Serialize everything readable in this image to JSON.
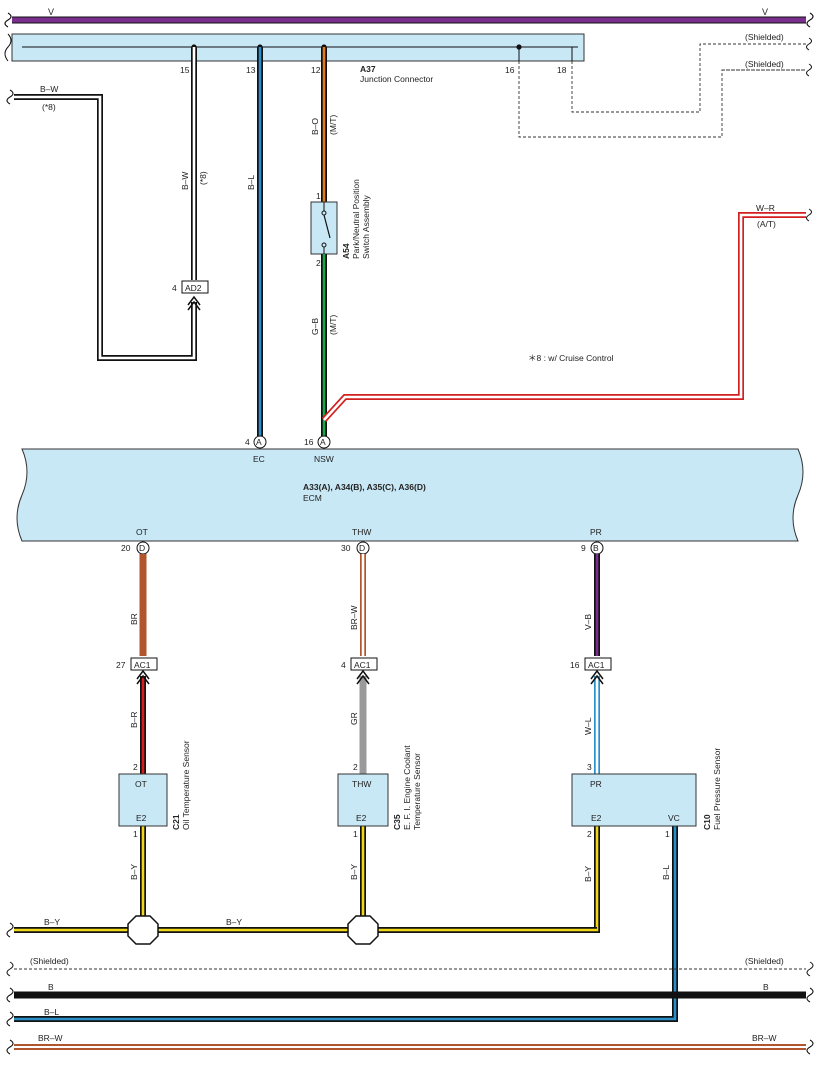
{
  "colors": {
    "violet": "#7a2f8f",
    "black": "#111111",
    "blue": "#2a8fc8",
    "orange": "#e07a1a",
    "green": "#1aa64a",
    "red": "#d22020",
    "brown": "#b0552e",
    "yellow": "#f2d61a",
    "gray": "#9a9a9a",
    "lightblue": "#7fd0f0",
    "box_fill": "#c9e8f6",
    "box_stroke": "#333333"
  },
  "top_bus": {
    "left_label": "V",
    "right_label": "V"
  },
  "shielded_top_1": "(Shielded)",
  "shielded_top_2": "(Shielded)",
  "junction": {
    "code": "A37",
    "name": "Junction Connector",
    "pins": {
      "p15": "15",
      "p13": "13",
      "p12": "12",
      "p16": "16",
      "p18": "18"
    }
  },
  "left_wire": {
    "label": "B–W",
    "note": "(*8)"
  },
  "wire_bw": {
    "label": "B–W",
    "note": "(*8)"
  },
  "wire_bl": {
    "label": "B–L"
  },
  "wire_bo": {
    "label": "B–O",
    "note": "(M/T)"
  },
  "switch": {
    "code": "A54",
    "name_line1": "Park/Neutral Position",
    "name_line2": "Switch Assembly",
    "pin1": "1",
    "pin2": "2"
  },
  "wire_gb": {
    "label": "G–B",
    "note": "(M/T)"
  },
  "connector_ad2": {
    "pin": "4",
    "name": "AD2"
  },
  "wire_wr": {
    "label": "W–R",
    "note": "(A/T)"
  },
  "footnote": "＊8 : w/ Cruise Control",
  "ecm": {
    "codes": "A33(A), A34(B), A35(C), A36(D)",
    "name": "ECM",
    "top_terms": [
      {
        "pin": "4",
        "conn": "A",
        "name": "EC"
      },
      {
        "pin": "16",
        "conn": "A",
        "name": "NSW"
      }
    ],
    "bottom_terms": [
      {
        "pin": "20",
        "conn": "D",
        "name": "OT"
      },
      {
        "pin": "30",
        "conn": "D",
        "name": "THW"
      },
      {
        "pin": "9",
        "conn": "B",
        "name": "PR"
      }
    ]
  },
  "col1": {
    "wire_top": "BR",
    "ac1_pin": "27",
    "ac1": "AC1",
    "wire_mid": "B–R",
    "sensor_pin_top": "2",
    "sensor_term_top": "OT",
    "sensor_term_bot": "E2",
    "sensor_pin_bot": "1",
    "sensor_code": "C21",
    "sensor_name": "Oil Temperature Sensor",
    "wire_bot": "B–Y"
  },
  "col2": {
    "wire_top": "BR–W",
    "ac1_pin": "4",
    "ac1": "AC1",
    "wire_mid": "GR",
    "sensor_pin_top": "2",
    "sensor_term_top": "THW",
    "sensor_term_bot": "E2",
    "sensor_pin_bot": "1",
    "sensor_code": "C35",
    "sensor_name_1": "E. F. I. Engine Coolant",
    "sensor_name_2": "Temperature Sensor",
    "wire_bot": "B–Y"
  },
  "col3": {
    "wire_top": "V–B",
    "ac1_pin": "16",
    "ac1": "AC1",
    "wire_mid": "W–L",
    "sensor_pin_top": "3",
    "sensor_term_top": "PR",
    "sensor_term_e2": "E2",
    "sensor_term_vc": "VC",
    "sensor_pin_e2": "2",
    "sensor_pin_vc": "1",
    "sensor_code": "C10",
    "sensor_name": "Fuel Pressure Sensor",
    "wire_e2": "B–Y",
    "wire_vc": "B–L"
  },
  "bottom": {
    "by_left": "B–Y",
    "by_mid": "B–Y",
    "shielded_left": "(Shielded)",
    "shielded_right": "(Shielded)",
    "b_left": "B",
    "b_right": "B",
    "bl_left": "B–L",
    "brw_left": "BR–W",
    "brw_right": "BR–W"
  }
}
